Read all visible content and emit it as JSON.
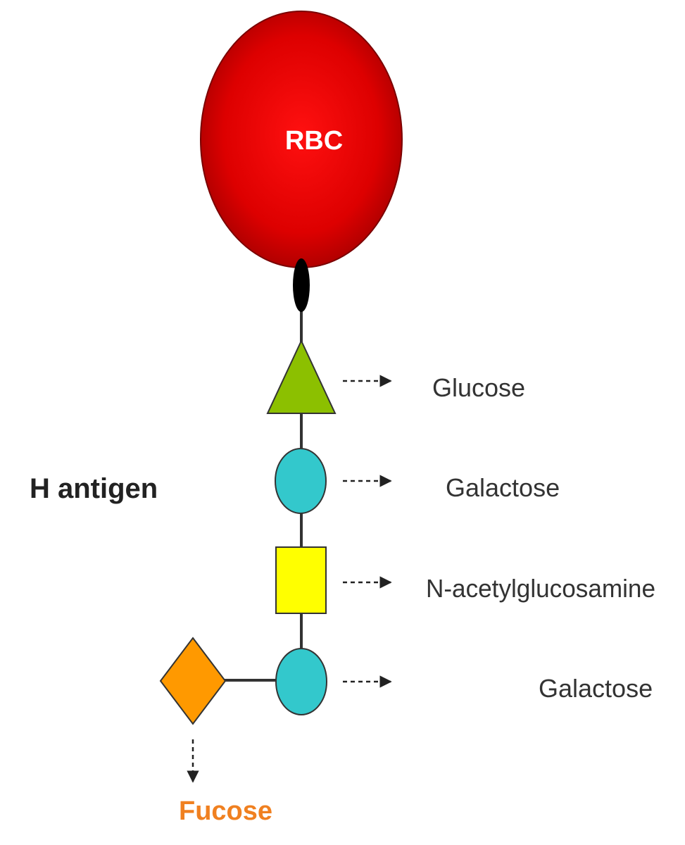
{
  "cell_label": "RBC",
  "antigen_label": "H antigen",
  "sugars": {
    "glucose": "Glucose",
    "galactose_upper": "Galactose",
    "n_acetylglucosamine": "N-acetylglucosamine",
    "galactose_lower": "Galactose",
    "fucose": "Fucose"
  },
  "colors": {
    "rbc": "#e00000",
    "glucose": "#8cc000",
    "galactose": "#33c8cc",
    "n_acetylglucosamine": "#ffff00",
    "fucose": "#ff9900",
    "fucose_label": "#f08020"
  }
}
